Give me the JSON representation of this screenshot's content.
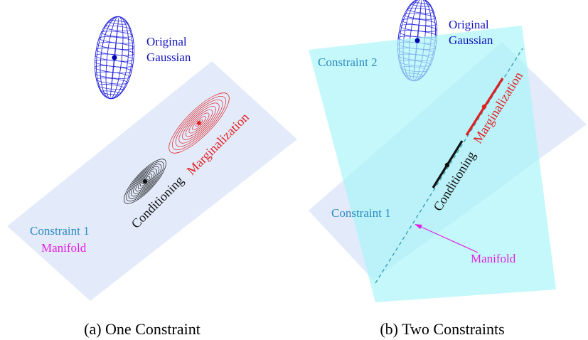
{
  "panel_a": {
    "original_label_line1": "Original",
    "original_label_line2": "Gaussian",
    "constraint_label": "Constraint 1",
    "manifold_label": "Manifold",
    "conditioning_label": "Conditioning",
    "marginalization_label": "Marginalization",
    "caption": "(a) One Constraint"
  },
  "panel_b": {
    "original_label_line1": "Original",
    "original_label_line2": "Gaussian",
    "constraint1_label": "Constraint 1",
    "constraint2_label": "Constraint 2",
    "manifold_label": "Manifold",
    "conditioning_label": "Conditioning",
    "marginalization_label": "Marginalization",
    "caption": "(b) Two Constraints"
  },
  "colors": {
    "plane1": "#e3ebfb",
    "plane2": "#a8f5f8",
    "gaussian": "#2020e0",
    "gaussian_center": "#0000b0",
    "conditioning": "#111111",
    "marginalization": "#e02020",
    "constraint_text": "#2c8ac0",
    "manifold": "#e020e0",
    "manifold_line": "#3aa0b8",
    "original_text": "#1010c0"
  }
}
